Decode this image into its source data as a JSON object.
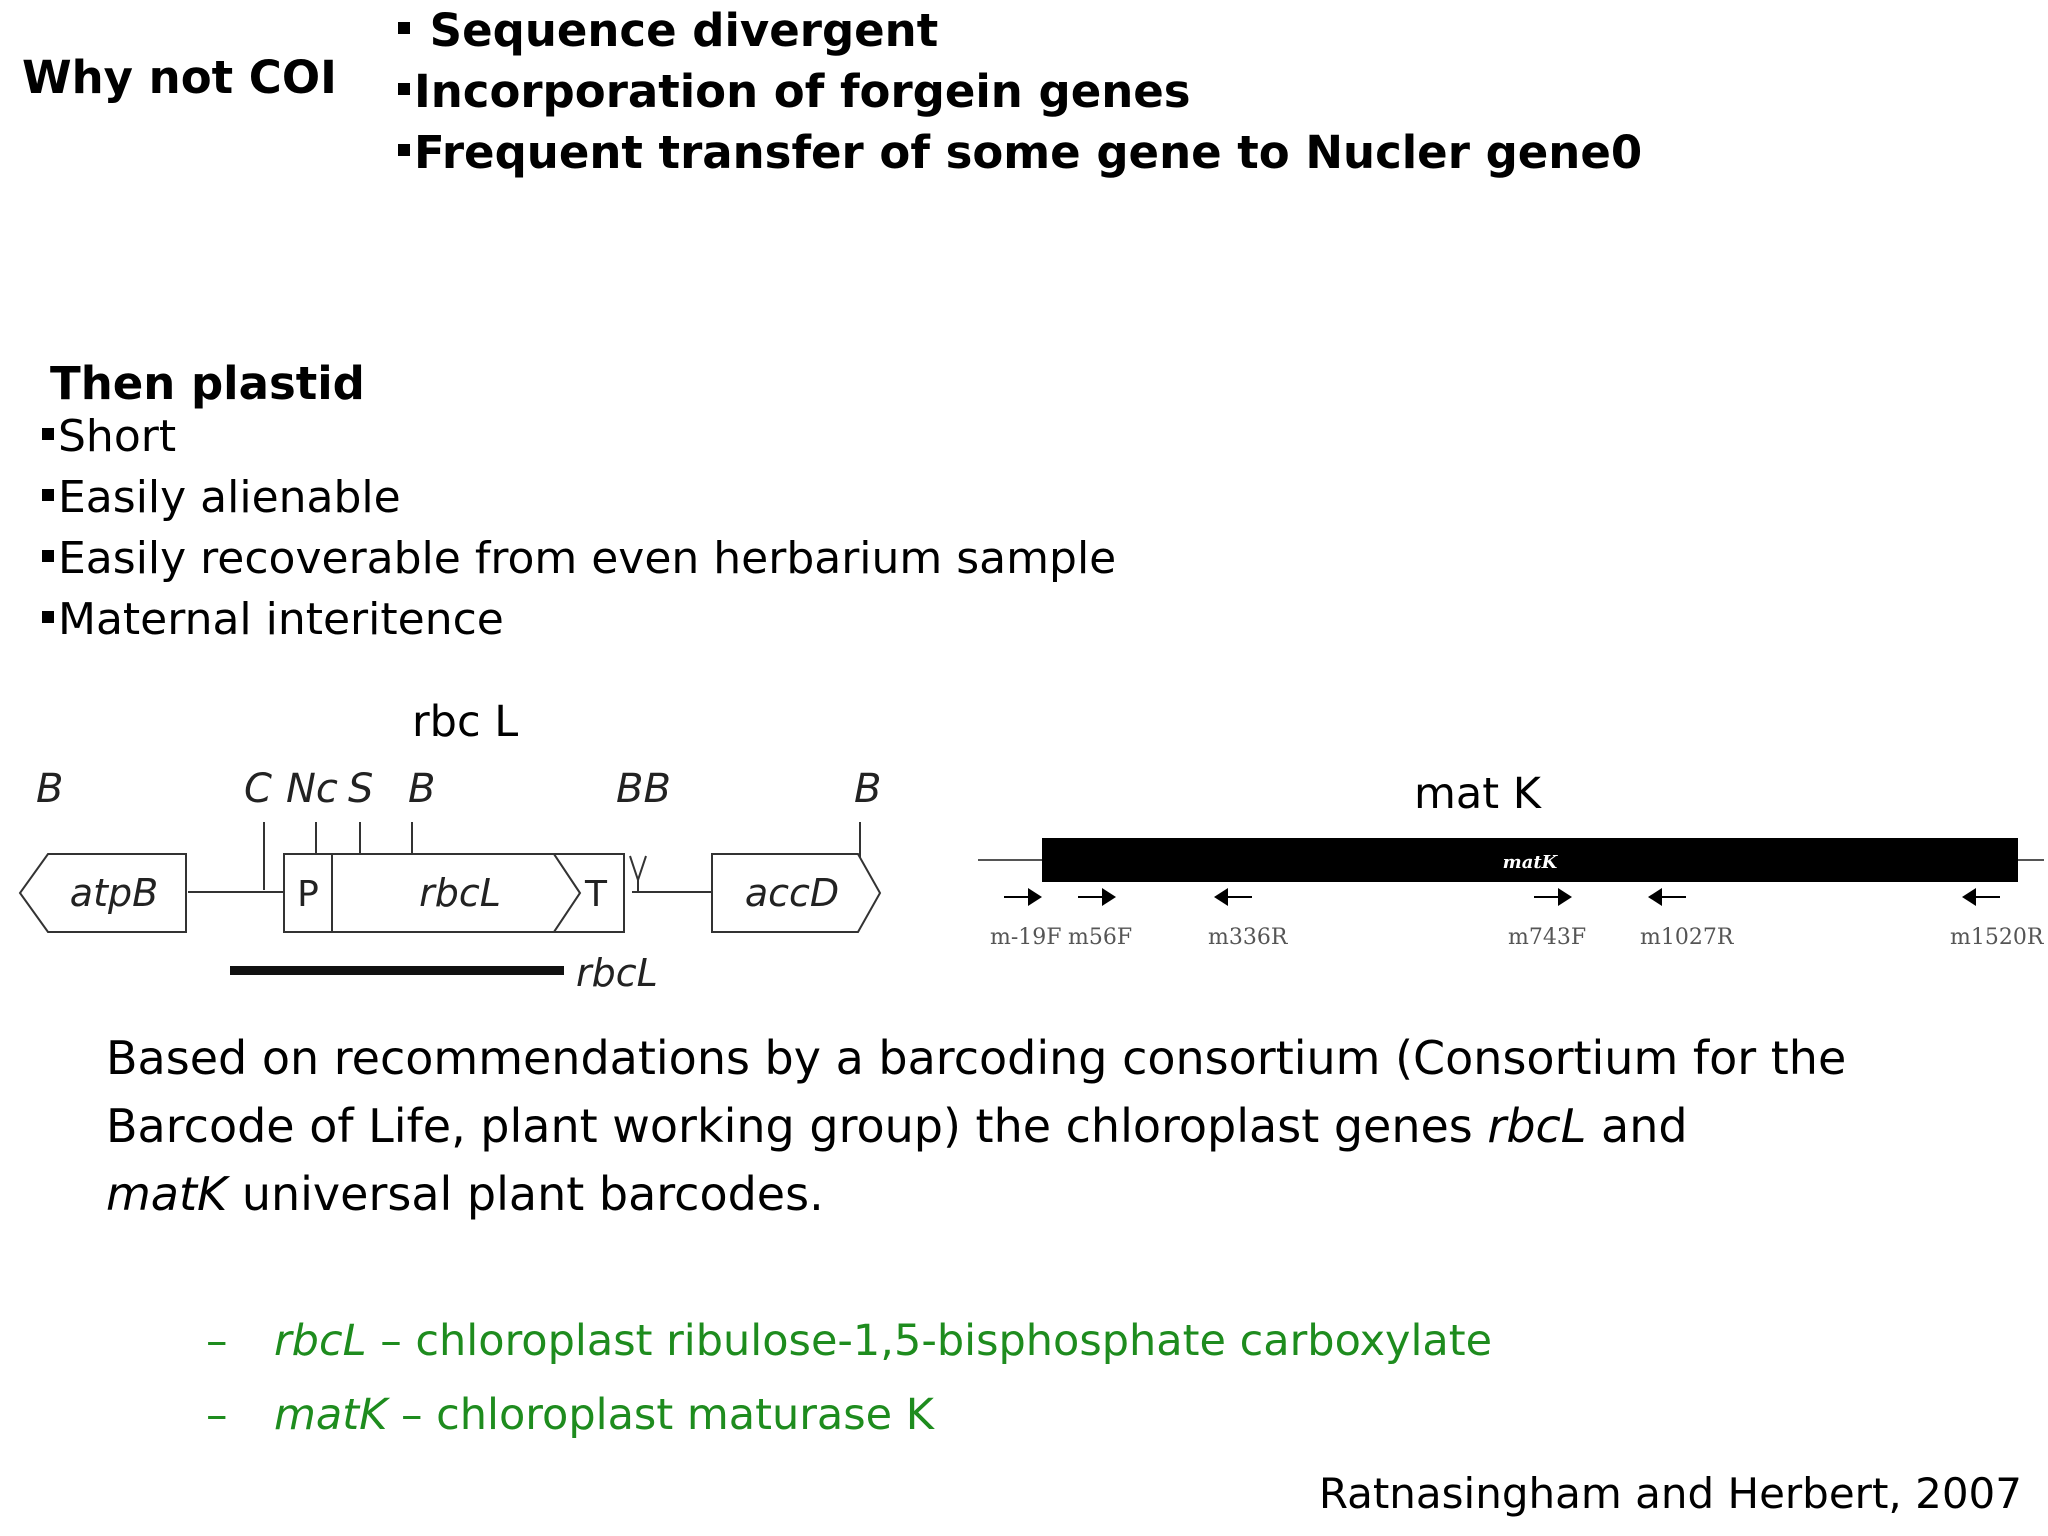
{
  "why_heading": "Why not COI",
  "reasons": [
    "Sequence divergent",
    "Incorporation of forgein genes",
    "Frequent transfer of some gene to  Nucler gene0"
  ],
  "plastid_heading": "Then plastid",
  "plastid_points": [
    "Short",
    "Easily alienable",
    "Easily recoverable from even herbarium sample",
    "Maternal interitence"
  ],
  "rbcl_diagram": {
    "caption": "rbc L",
    "site_labels": [
      "B",
      "C",
      "Nc",
      "S",
      "B",
      "BB",
      "B"
    ],
    "genes": [
      "atpB",
      "P",
      "rbcL",
      "T",
      "accD"
    ],
    "region_label": "rbcL"
  },
  "matk_diagram": {
    "caption": "mat K",
    "bar_label": "matK",
    "primers": [
      "m-19F",
      "m56F",
      "m336R",
      "m743F",
      "m1027R",
      "m1520R"
    ]
  },
  "recommendation": {
    "part1": "Based on recommendations by a barcoding consortium (Consortium for the Barcode of Life, plant working group) the chloroplast  genes ",
    "gene1": "rbcL",
    "part2": " and ",
    "gene2": "matK",
    "part3": " universal plant barcodes."
  },
  "gene_list": [
    {
      "dash": "–",
      "gene": "rbcL",
      "desc": " – chloroplast ribulose-1,5-bisphosphate carboxylate"
    },
    {
      "dash": "–",
      "gene": "matK",
      "desc": " – chloroplast maturase K"
    }
  ],
  "citation": "Ratnasingham and Herbert, 2007"
}
